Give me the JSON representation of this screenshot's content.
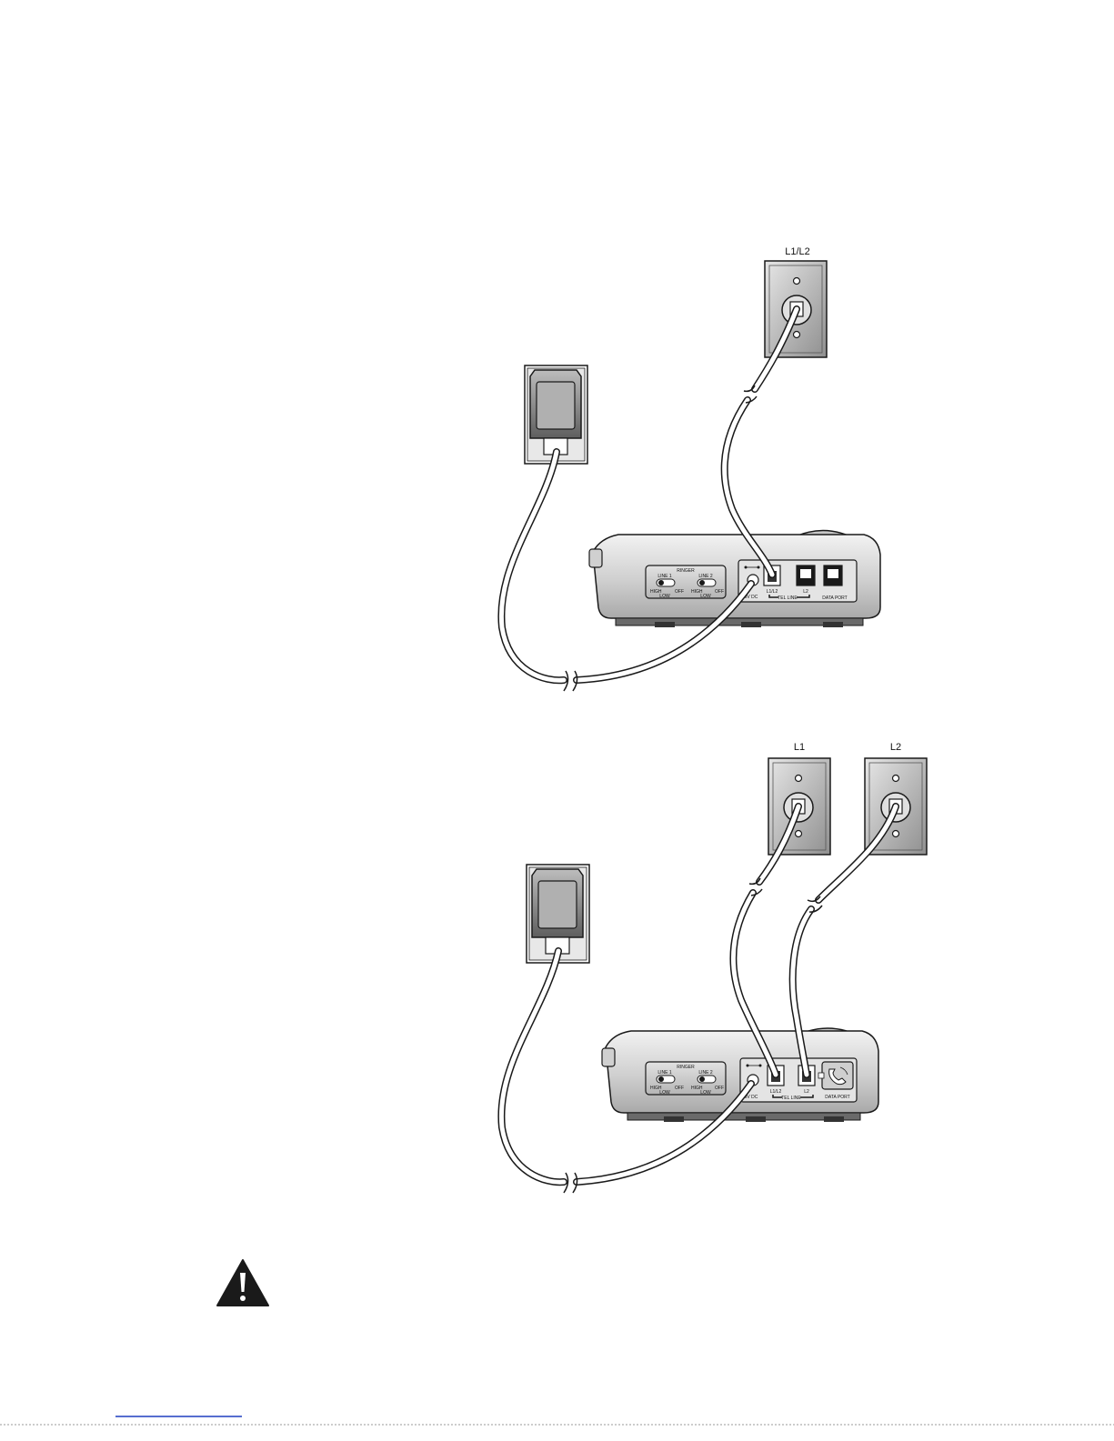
{
  "diagram_top": {
    "wall_jack_label": "L1/L2",
    "ringer_title": "RINGER",
    "switch_line1_label": "LINE 1",
    "switch_line2_label": "LINE 2",
    "switch_high": "HIGH",
    "switch_off": "OFF",
    "switch_low": "LOW",
    "port_power": "9V DC",
    "port_l1l2": "L1/L2",
    "port_l2": "L2",
    "port_tel_line": "TEL LINE",
    "port_data": "DATA PORT"
  },
  "diagram_bottom": {
    "wall_jack1_label": "L1",
    "wall_jack2_label": "L2",
    "ringer_title": "RINGER",
    "switch_line1_label": "LINE 1",
    "switch_line2_label": "LINE 2",
    "switch_high": "HIGH",
    "switch_off": "OFF",
    "switch_low": "LOW",
    "port_power": "9V DC",
    "port_l1l2": "L1/L2",
    "port_l2": "L2",
    "port_tel_line": "TEL LINE",
    "port_data": "DATA PORT"
  },
  "footer_link": {
    "text": ""
  },
  "colors": {
    "ink": "#1a1a1a",
    "body_fill": "#d6d6d6",
    "plate_fill": "#bdbdbd",
    "adapter_fill": "#8a8a8a",
    "footer_link": "#1f3fbf"
  },
  "icons": [
    "warning-triangle-icon",
    "phone-data-icon",
    "power-polarity-icon"
  ]
}
